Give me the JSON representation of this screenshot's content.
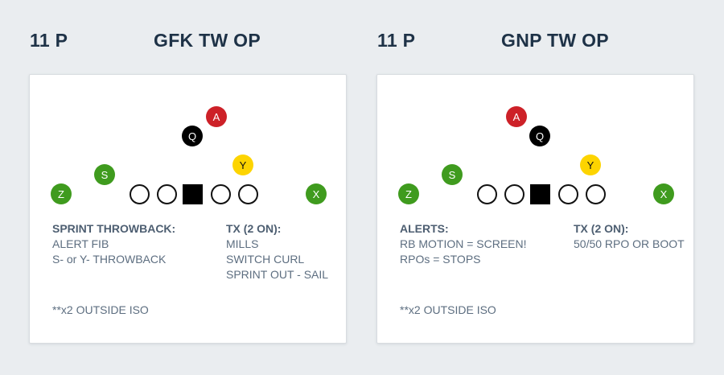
{
  "page": {
    "background_color": "#eaedf0",
    "card_background": "#ffffff",
    "card_border_color": "#d8dce0",
    "title_text_color": "#1e3247",
    "notes_header_color": "#4d5e71",
    "notes_text_color": "#5d6e80"
  },
  "player_colors": {
    "a_back": "#cd2128",
    "quarterback": "#000000",
    "y_tight_end": "#fdd400",
    "receivers": "#3f9b1e",
    "line": "#000000"
  },
  "plays": [
    {
      "personnel": "11 P",
      "name": "GFK TW OP",
      "formation": {
        "a_label": "A",
        "q_label": "Q",
        "y_label": "Y",
        "s_label": "S",
        "z_label": "Z",
        "x_label": "X",
        "a_alignment": "right-of-quarterback"
      },
      "notes": {
        "col1_header": "SPRINT THROWBACK:",
        "col1_lines": [
          "ALERT FIB",
          "S- or Y- THROWBACK"
        ],
        "col2_header": "TX (2 ON):",
        "col2_lines": [
          "MILLS",
          "SWITCH CURL",
          "SPRINT OUT - SAIL"
        ],
        "footnote": "**x2 OUTSIDE ISO"
      }
    },
    {
      "personnel": "11 P",
      "name": "GNP TW OP",
      "formation": {
        "a_label": "A",
        "q_label": "Q",
        "y_label": "Y",
        "s_label": "S",
        "z_label": "Z",
        "x_label": "X",
        "a_alignment": "left-of-quarterback"
      },
      "notes": {
        "col1_header": "ALERTS:",
        "col1_lines": [
          "RB MOTION = SCREEN!",
          "RPOs = STOPS"
        ],
        "col2_header": "TX (2 ON):",
        "col2_lines": [
          "50/50 RPO OR BOOT"
        ],
        "footnote": "**x2 OUTSIDE ISO"
      }
    }
  ]
}
